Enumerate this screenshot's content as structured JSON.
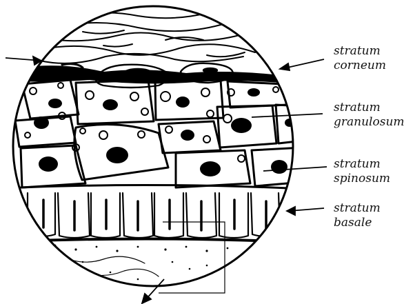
{
  "labels": {
    "corneum": [
      "stratum",
      "corneum"
    ],
    "granulosum": [
      "stratum",
      "granulosum"
    ],
    "spinosum": [
      "stratum",
      "spinosum"
    ],
    "basale": [
      "stratum",
      "basale"
    ]
  },
  "colors": {
    "ink": "#000000",
    "paper": "#ffffff"
  }
}
